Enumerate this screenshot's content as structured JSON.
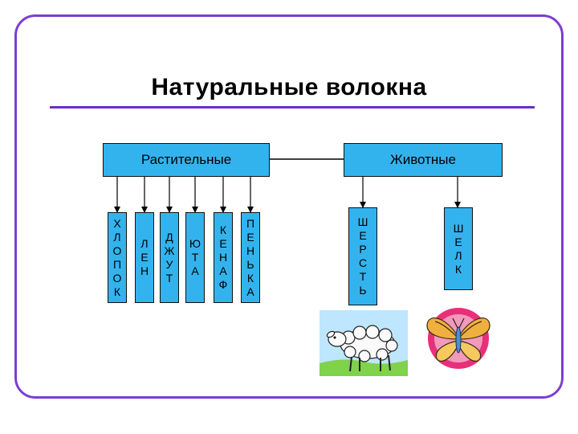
{
  "title": "Натуральные волокна",
  "categories": {
    "plant": {
      "label": "Растительные"
    },
    "animal": {
      "label": "Животные"
    }
  },
  "plant_fibers": [
    "ХЛОПОК",
    "ЛЕН",
    "ДЖУТ",
    "ЮТА",
    "КЕНАФ",
    "ПЕНЬКА"
  ],
  "animal_fibers": [
    "ШЕРСТЬ",
    "ШЕЛК"
  ],
  "colors": {
    "box_fill": "#33b3ee",
    "frame": "#7b3fd0",
    "title_line": "#6a2fc8"
  },
  "icons": [
    "sheep-icon",
    "butterfly-icon"
  ]
}
